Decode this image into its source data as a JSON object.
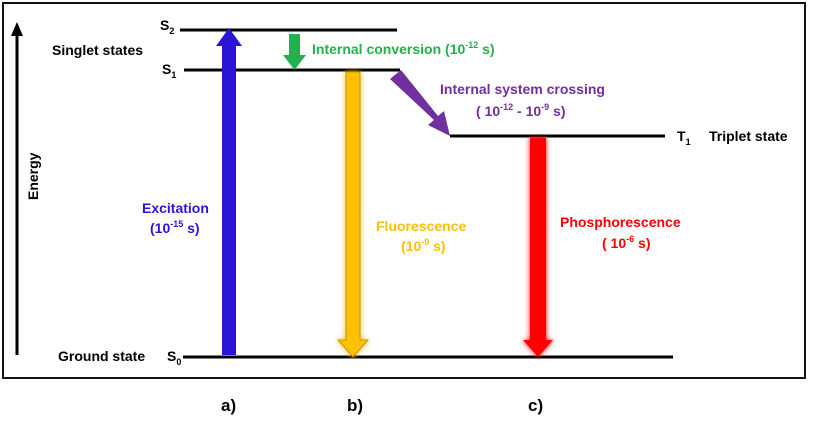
{
  "energy_label": "Energy",
  "singlet_states_label": "Singlet states",
  "triplet_state_label": "Triplet state",
  "ground_state_label": "Ground state",
  "levels": {
    "s2": {
      "base": "S",
      "sub": "2"
    },
    "s1": {
      "base": "S",
      "sub": "1"
    },
    "s0": {
      "base": "S",
      "sub": "0"
    },
    "t1": {
      "base": "T",
      "sub": "1"
    }
  },
  "processes": {
    "excitation": {
      "name": "Excitation",
      "time_open": "(10",
      "exp": "-15",
      "time_close": " s)",
      "color": "#2a14d8"
    },
    "internal_conversion": {
      "name": "Internal conversion (10",
      "exp": "-12",
      "time_close": " s)",
      "color": "#22b14c"
    },
    "intersystem": {
      "name": "Internal system crossing",
      "time_open": "( 10",
      "exp1": "-12",
      "mid": " - 10",
      "exp2": "-9",
      "time_close": " s)",
      "color": "#7030a0"
    },
    "fluorescence": {
      "name": "Fluorescence",
      "time_open": "(10",
      "exp": "-9",
      "time_close": " s)",
      "color": "#ffc000"
    },
    "phosphorescence": {
      "name": "Phosphorescence",
      "time_open": "( 10",
      "exp": "-6",
      "time_close": " s)",
      "color": "#ff0000"
    }
  },
  "panels": [
    "a)",
    "b)",
    "c)"
  ]
}
